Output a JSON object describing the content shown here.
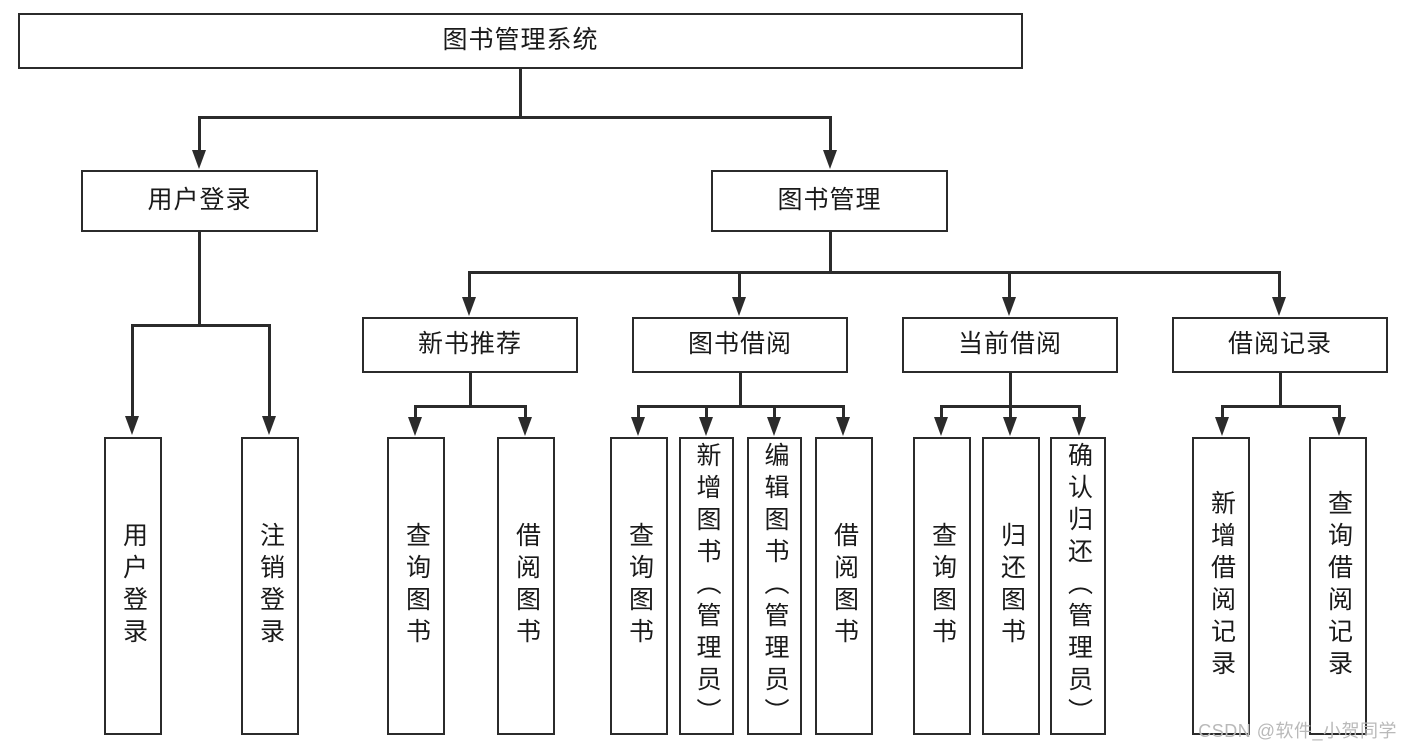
{
  "diagram": {
    "title": "图书管理系统",
    "type": "tree-hierarchy-chart",
    "watermark": "CSDN @软件_小贺同学",
    "colors": {
      "stroke": "#2b2b2b",
      "fill": "#ffffff",
      "text": "#1a1a1a",
      "watermark": "#b9b9b9"
    },
    "root": {
      "label": "图书管理系统"
    },
    "level1": [
      {
        "label": "用户登录"
      },
      {
        "label": "图书管理"
      }
    ],
    "level2": [
      {
        "label": "新书推荐"
      },
      {
        "label": "图书借阅"
      },
      {
        "label": "当前借阅"
      },
      {
        "label": "借阅记录"
      }
    ],
    "leaves": {
      "user_login": [
        {
          "label": "用户登录"
        },
        {
          "label": "注销登录"
        }
      ],
      "new_book_recommend": [
        {
          "label": "查询图书"
        },
        {
          "label": "借阅图书"
        }
      ],
      "book_borrow": [
        {
          "label": "查询图书"
        },
        {
          "label": "新增图书（管理员）"
        },
        {
          "label": "编辑图书（管理员）"
        },
        {
          "label": "借阅图书"
        }
      ],
      "current_borrow": [
        {
          "label": "查询图书"
        },
        {
          "label": "归还图书"
        },
        {
          "label": "确认归还（管理员）"
        }
      ],
      "borrow_record": [
        {
          "label": "新增借阅记录"
        },
        {
          "label": "查询借阅记录"
        }
      ]
    }
  }
}
